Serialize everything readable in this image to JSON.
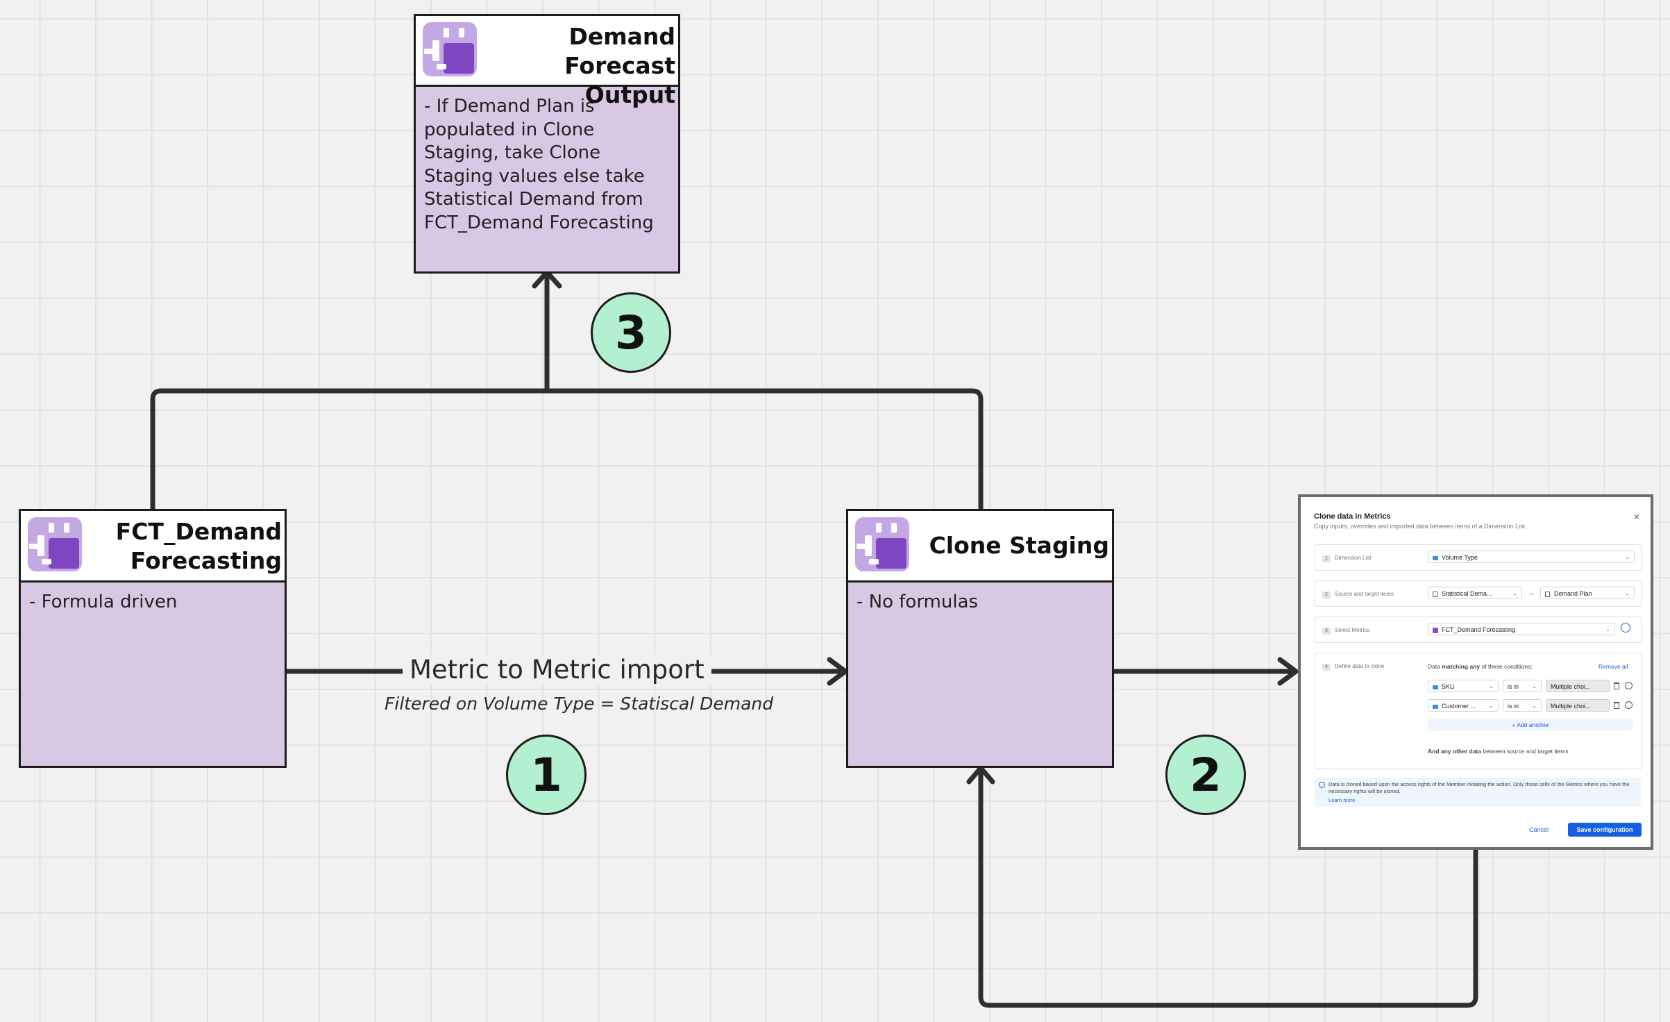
{
  "cards": {
    "output": {
      "title": "Demand Forecast Output",
      "body": "- If Demand Plan is populated in Clone Staging, take Clone Staging values else take Statistical Demand from FCT_Demand Forecasting"
    },
    "fct": {
      "title": "FCT_Demand Forecasting",
      "body": "- Formula driven"
    },
    "staging": {
      "title": "Clone Staging",
      "body": "- No formulas"
    }
  },
  "edge_label": {
    "main": "Metric to Metric import",
    "sub": "Filtered on Volume Type = Statiscal Demand"
  },
  "steps": [
    "1",
    "2",
    "3"
  ],
  "colors": {
    "card_fill": "#d8c8e4",
    "badge_fill": "#b3f0cf",
    "icon_purple": "#7e46c0",
    "icon_light": "#c4a8e4"
  },
  "dialog": {
    "title": "Clone data in Metrics",
    "subtitle": "Copy inputs, overrides and imported data between items of a Dimension List.",
    "close": "×",
    "rows": [
      {
        "num": "1",
        "label": "Dimension List"
      },
      {
        "num": "2",
        "label": "Source and target items"
      },
      {
        "num": "3",
        "label": "Select Metrics"
      },
      {
        "num": "4",
        "label": "Define data to clone"
      }
    ],
    "dimension_value": "Volume Type",
    "source_value": "Statistical Dema...",
    "target_value": "Demand Plan",
    "arrow": "→",
    "metric_value": "FCT_Demand Forecasting",
    "conditions_pre": "Data",
    "conditions_bold": "matching any",
    "conditions_post": "of these conditions:",
    "remove_all": "Remove all",
    "cond1": {
      "field": "SKU",
      "op": "is in",
      "value": "Multiple choi..."
    },
    "cond2": {
      "field": "Customer ...",
      "op": "is in",
      "value": "Multiple choi..."
    },
    "add_another": "+ Add another",
    "other_pre": "And any other data",
    "other_post": "between source and target items",
    "info_text": "Data is cloned based upon the access rights of the Member initiating the action. Only those cells of the Metrics where you have the necessary rights will be cloned.",
    "learn_more": "Learn more",
    "cancel": "Cancel",
    "save": "Save configuration"
  }
}
